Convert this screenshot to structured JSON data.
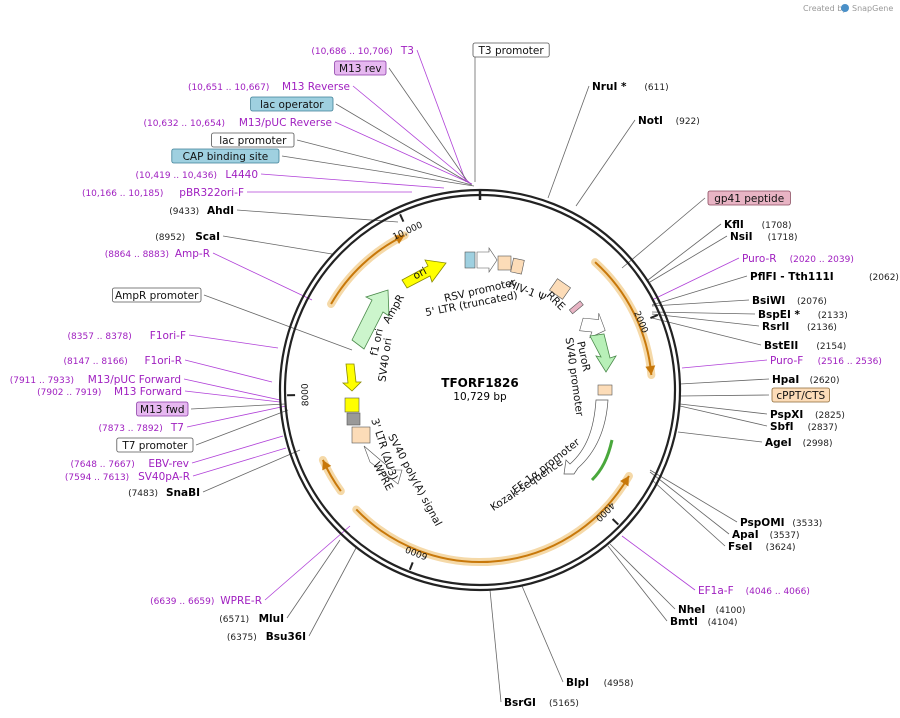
{
  "credit": {
    "prefix": "Created by",
    "brand": "SnapGene"
  },
  "plasmid": {
    "name": "TFORF1826",
    "length_label": "10,729 bp",
    "length": 10729
  },
  "ticks": [
    "2000",
    "4000",
    "6000",
    "8000",
    "10,000"
  ],
  "left_labels": [
    {
      "name": "T3",
      "pos": "(10,686 .. 10,706)",
      "kind": "primer"
    },
    {
      "name": "M13 rev",
      "kind": "boxed",
      "bg": "#e6b8f0",
      "border": "#8a3aa6"
    },
    {
      "name": "M13 Reverse",
      "pos": "(10,651 .. 10,667)",
      "kind": "primer"
    },
    {
      "name": "lac operator",
      "kind": "boxed",
      "bg": "#9fd0e0",
      "border": "#3e7f96"
    },
    {
      "name": "M13/pUC Reverse",
      "pos": "(10,632 .. 10,654)",
      "kind": "primer"
    },
    {
      "name": "lac promoter",
      "kind": "boxed",
      "bg": "#ffffff",
      "border": "#555555"
    },
    {
      "name": "CAP binding site",
      "kind": "boxed",
      "bg": "#9fd0e0",
      "border": "#3e7f96"
    },
    {
      "name": "L4440",
      "pos": "(10,419 .. 10,436)",
      "kind": "primer"
    },
    {
      "name": "pBR322ori-F",
      "pos": "(10,166 .. 10,185)",
      "kind": "primer"
    },
    {
      "name": "AhdI",
      "pos": "(9433)",
      "kind": "enzyme"
    },
    {
      "name": "ScaI",
      "pos": "(8952)",
      "kind": "enzyme"
    },
    {
      "name": "Amp-R",
      "pos": "(8864 .. 8883)",
      "kind": "primer"
    },
    {
      "name": "AmpR promoter",
      "kind": "boxed",
      "bg": "#ffffff",
      "border": "#555555"
    },
    {
      "name": "F1ori-F",
      "pos": "(8357 .. 8378)",
      "kind": "primer"
    },
    {
      "name": "F1ori-R",
      "pos": "(8147 .. 8166)",
      "kind": "primer"
    },
    {
      "name": "M13/pUC Forward",
      "pos": "(7911 .. 7933)",
      "kind": "primer"
    },
    {
      "name": "M13 Forward",
      "pos": "(7902 .. 7919)",
      "kind": "primer"
    },
    {
      "name": "M13 fwd",
      "kind": "boxed",
      "bg": "#e6b8f0",
      "border": "#8a3aa6"
    },
    {
      "name": "T7",
      "pos": "(7873 .. 7892)",
      "kind": "primer"
    },
    {
      "name": "T7 promoter",
      "kind": "boxed",
      "bg": "#ffffff",
      "border": "#555555"
    },
    {
      "name": "EBV-rev",
      "pos": "(7648 .. 7667)",
      "kind": "primer"
    },
    {
      "name": "SV40pA-R",
      "pos": "(7594 .. 7613)",
      "kind": "primer"
    },
    {
      "name": "SnaBI",
      "pos": "(7483)",
      "kind": "enzyme"
    },
    {
      "name": "WPRE-R",
      "pos": "(6639 .. 6659)",
      "kind": "primer"
    },
    {
      "name": "MluI",
      "pos": "(6571)",
      "kind": "enzyme"
    },
    {
      "name": "Bsu36I",
      "pos": "(6375)",
      "kind": "enzyme"
    }
  ],
  "top_label": {
    "name": "T3 promoter",
    "kind": "boxed",
    "bg": "#ffffff",
    "border": "#555555"
  },
  "right_labels": [
    {
      "name": "NruI *",
      "pos": "(611)",
      "kind": "enzyme"
    },
    {
      "name": "NotI",
      "pos": "(922)",
      "kind": "enzyme"
    },
    {
      "name": "gp41 peptide",
      "kind": "boxed",
      "bg": "#e8b4c4",
      "border": "#8a4a5e"
    },
    {
      "name": "KflI",
      "pos": "(1708)",
      "kind": "enzyme"
    },
    {
      "name": "NsiI",
      "pos": "(1718)",
      "kind": "enzyme"
    },
    {
      "name": "Puro-R",
      "pos": "(2020 .. 2039)",
      "kind": "primer"
    },
    {
      "name": "PflFI - Tth111I",
      "pos": "(2062)",
      "kind": "enzyme"
    },
    {
      "name": "BsiWI",
      "pos": "(2076)",
      "kind": "enzyme"
    },
    {
      "name": "BspEI *",
      "pos": "(2133)",
      "kind": "enzyme"
    },
    {
      "name": "RsrII",
      "pos": "(2136)",
      "kind": "enzyme"
    },
    {
      "name": "BstEII",
      "pos": "(2154)",
      "kind": "enzyme"
    },
    {
      "name": "Puro-F",
      "pos": "(2516 .. 2536)",
      "kind": "primer"
    },
    {
      "name": "HpaI",
      "pos": "(2620)",
      "kind": "enzyme"
    },
    {
      "name": "cPPT/CTS",
      "kind": "boxed",
      "bg": "#fcdcb8",
      "border": "#8a6a3a"
    },
    {
      "name": "PspXI",
      "pos": "(2825)",
      "kind": "enzyme"
    },
    {
      "name": "SbfI",
      "pos": "(2837)",
      "kind": "enzyme"
    },
    {
      "name": "AgeI",
      "pos": "(2998)",
      "kind": "enzyme"
    },
    {
      "name": "PspOMI",
      "pos": "(3533)",
      "kind": "enzyme"
    },
    {
      "name": "ApaI",
      "pos": "(3537)",
      "kind": "enzyme"
    },
    {
      "name": "FseI",
      "pos": "(3624)",
      "kind": "enzyme"
    },
    {
      "name": "EF1a-F",
      "pos": "(4046 .. 4066)",
      "kind": "primer"
    },
    {
      "name": "NheI",
      "pos": "(4100)",
      "kind": "enzyme"
    },
    {
      "name": "BmtI",
      "pos": "(4104)",
      "kind": "enzyme"
    },
    {
      "name": "BlpI",
      "pos": "(4958)",
      "kind": "enzyme"
    },
    {
      "name": "BsrGI",
      "pos": "(5165)",
      "kind": "enzyme"
    }
  ],
  "features": [
    "RSV promoter",
    "5' LTR (truncated)",
    "HIV-1 Ψ",
    "RRE",
    "PuroR",
    "SV40 promoter",
    "EF-1α promoter",
    "Kozak sequence",
    "WPRE",
    "3' LTR (ΔU3)",
    "SV40 poly(A) signal",
    "SV40 ori",
    "f1 ori",
    "AmpR",
    "ori"
  ],
  "colors": {
    "enzyme": "#000000",
    "primer": "#a020c0",
    "primer_line": "#b040d8",
    "feature_line": "#888888",
    "orf_highlight": "#f5d9a8",
    "orf_arrow": "#c8780a",
    "ampr_fill": "#ccf5cc",
    "ori_fill": "#ffff00",
    "puro_fill": "#b8f0b8",
    "ltr_fill": "#fcdcb8"
  }
}
